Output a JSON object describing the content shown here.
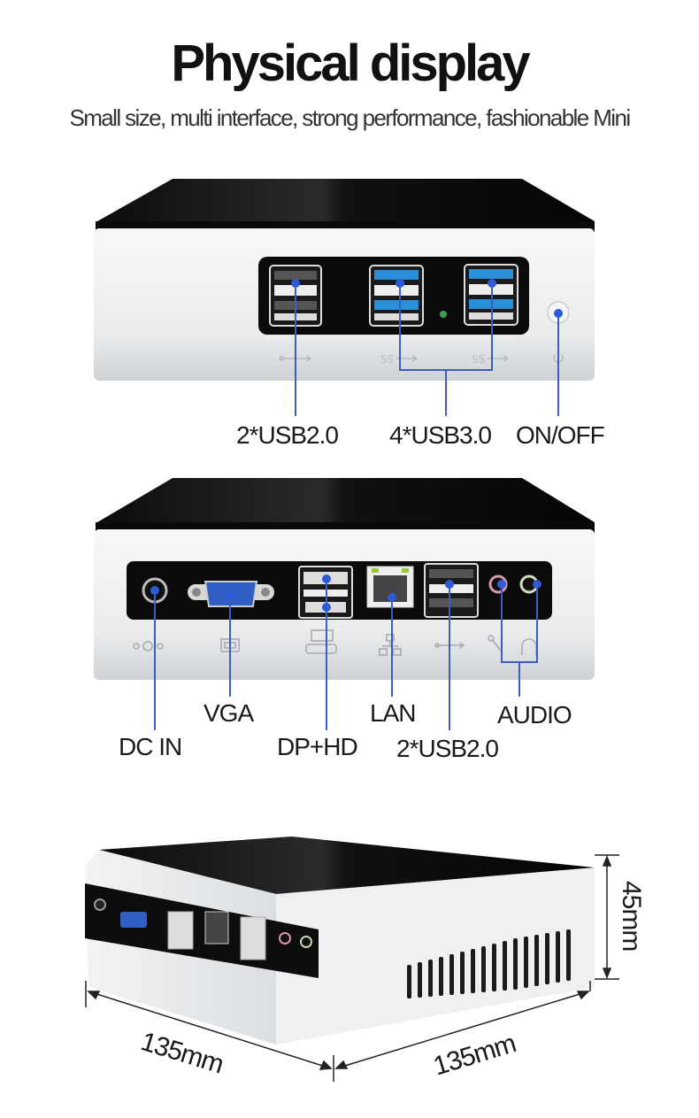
{
  "header": {
    "title": "Physical display",
    "subtitle": "Small size, multi interface, strong performance, fashionable Mini"
  },
  "colors": {
    "callout_line": "#3b5fc0",
    "callout_dot": "#2f5ad6",
    "usb3_blue": "#2a8fd9",
    "top_black": "#111111",
    "body_silver": "#eceef0"
  },
  "front_view": {
    "labels": {
      "usb2": "2*USB2.0",
      "usb3": "4*USB3.0",
      "power": "ON/OFF"
    },
    "icons": [
      "usb-icon",
      "superspeed-usb-icon",
      "superspeed-usb-icon",
      "power-icon"
    ]
  },
  "rear_view": {
    "labels": {
      "dc_in": "DC IN",
      "vga": "VGA",
      "dp_hd": "DP+HD",
      "lan": "LAN",
      "usb2": "2*USB2.0",
      "audio": "AUDIO"
    },
    "icons": [
      "dc-power-icon",
      "vga-icon",
      "displayport-hdmi-icon",
      "network-icon",
      "usb-icon",
      "microphone-icon",
      "headphone-icon"
    ]
  },
  "dimensions": {
    "width": "135mm",
    "depth": "135mm",
    "height": "45mm"
  }
}
